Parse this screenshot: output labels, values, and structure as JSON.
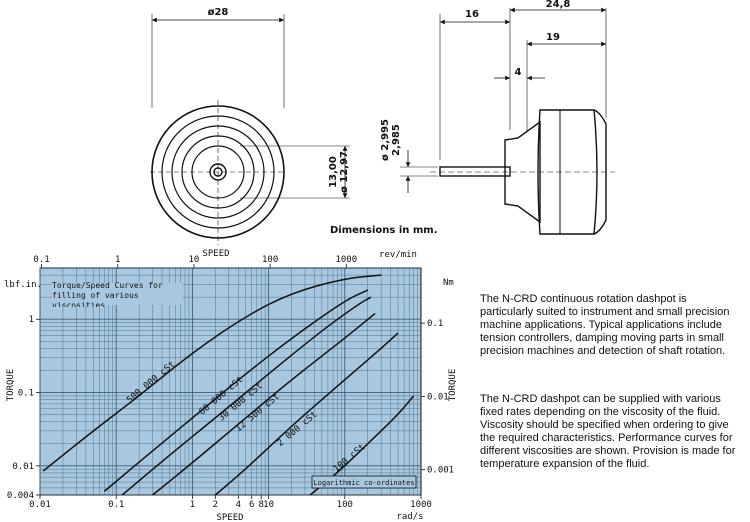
{
  "drawing": {
    "dim_diameter_outer": "ø28",
    "dim_13": "13,00",
    "dim_1297": "ø 12,97",
    "dim_16": "16",
    "dim_248": "24,8",
    "dim_19": "19",
    "dim_4": "4",
    "dim_2995": "ø 2,995",
    "dim_2985": "2,985",
    "dimensions_note": "Dimensions in mm."
  },
  "description": {
    "paragraph_1": "The N-CRD continuous rotation dashpot is particularly suited to instrument and small precision machine applications. Typical applications include tension controllers, damping moving parts in small precision machines and detection of shaft rotation.",
    "paragraph_2": "The N-CRD dashpot can be supplied with various fixed rates depending on the viscosity of the fluid. Viscosity should be specified when ordering to give the required characteristics. Performance curves for different viscosities are shown. Provision is made for temperature expansion of the fluid."
  },
  "chart_data": {
    "type": "line",
    "title": "Torque/Speed Curves for filling of various viscosities",
    "xlabel": "SPEED",
    "x_unit": "rad/s",
    "x_top_label": "SPEED",
    "x_top_unit": "rev/min",
    "ylabel": "TORQUE",
    "y_unit": "lbf.in.",
    "y_right_label": "TORQUE",
    "y_right_unit": "Nm",
    "x_scale": "log",
    "y_scale": "log",
    "xlim": [
      0.01,
      1000
    ],
    "ylim": [
      0.004,
      5
    ],
    "grid": true,
    "background": "#a9c8df",
    "line_color": "#111111",
    "x_ticks": [
      "0.01",
      "0.1",
      "1",
      "2",
      "4",
      "6",
      "8",
      "10",
      "100",
      "1000"
    ],
    "x_tick_values": [
      0.01,
      0.1,
      1,
      2,
      4,
      6,
      8,
      10,
      100,
      1000
    ],
    "x_top_ticks": [
      "0.1",
      "1",
      "10",
      "100",
      "1000"
    ],
    "x_top_tick_values": [
      0.01047,
      0.1047,
      1.047,
      10.47,
      104.7
    ],
    "y_ticks": [
      "0.004",
      "0.01",
      "0.1",
      "1",
      ""
    ],
    "y_tick_values": [
      0.004,
      0.01,
      0.1,
      1
    ],
    "y_left_unit_value": 5,
    "y_right_ticks": [
      "0.001",
      "0.01",
      "0.1"
    ],
    "y_right_tick_values": [
      0.00885,
      0.0885,
      0.885
    ],
    "annotation": "Logarithmic co-ordinates",
    "series": [
      {
        "name": "500 000 cSt",
        "label_x": 0.3,
        "label_y": 0.13,
        "x": [
          0.011,
          0.05,
          0.2,
          1,
          5,
          20,
          100,
          300
        ],
        "y": [
          0.0085,
          0.03,
          0.09,
          0.35,
          1.1,
          2.3,
          3.6,
          4.0
        ]
      },
      {
        "name": "60 000 cSt",
        "label_x": 2.5,
        "label_y": 0.085,
        "x": [
          0.07,
          0.3,
          1,
          5,
          20,
          100,
          200
        ],
        "y": [
          0.0045,
          0.016,
          0.045,
          0.18,
          0.55,
          1.8,
          2.5
        ]
      },
      {
        "name": "30 000 cSt",
        "label_x": 4.5,
        "label_y": 0.07,
        "x": [
          0.12,
          0.5,
          2,
          10,
          50,
          150,
          220
        ],
        "y": [
          0.004,
          0.014,
          0.045,
          0.18,
          0.7,
          1.6,
          2.0
        ]
      },
      {
        "name": "12 500 cSt",
        "label_x": 7.5,
        "label_y": 0.05,
        "x": [
          0.3,
          1,
          5,
          20,
          100,
          250
        ],
        "y": [
          0.004,
          0.011,
          0.045,
          0.15,
          0.55,
          1.2
        ]
      },
      {
        "name": "2 000 cSt",
        "label_x": 25,
        "label_y": 0.03,
        "x": [
          2,
          5,
          20,
          100,
          300,
          500
        ],
        "y": [
          0.004,
          0.009,
          0.035,
          0.15,
          0.4,
          0.65
        ]
      },
      {
        "name": "100 cSt",
        "label_x": 120,
        "label_y": 0.012,
        "x": [
          35,
          80,
          200,
          500,
          800
        ],
        "y": [
          0.004,
          0.008,
          0.02,
          0.05,
          0.09
        ]
      }
    ]
  }
}
